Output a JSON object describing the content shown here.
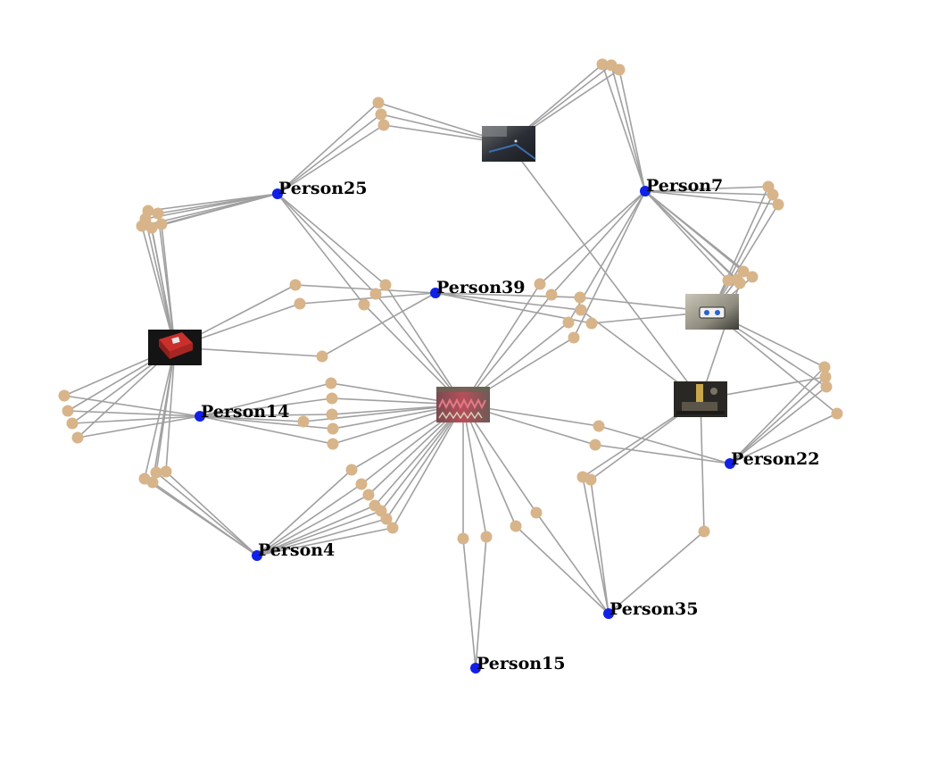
{
  "colors": {
    "edge": "#a0a0a0",
    "intermediate_node": "#d8b48a",
    "person_node": "#1020e8",
    "label": "#000000"
  },
  "people": [
    {
      "id": "P25",
      "label": "Person25"
    },
    {
      "id": "P7",
      "label": "Person7"
    },
    {
      "id": "P39",
      "label": "Person39"
    },
    {
      "id": "P14",
      "label": "Person14"
    },
    {
      "id": "P22",
      "label": "Person22"
    },
    {
      "id": "P4",
      "label": "Person4"
    },
    {
      "id": "P35",
      "label": "Person35"
    },
    {
      "id": "P15",
      "label": "Person15"
    }
  ],
  "images": [
    {
      "id": "I1",
      "description_icon": "dark-photo-thumbnail"
    },
    {
      "id": "I2",
      "description_icon": "red-box-photo-thumbnail"
    },
    {
      "id": "I3",
      "description_icon": "circuit-board-photo-thumbnail"
    },
    {
      "id": "I4",
      "description_icon": "gadget-photo-thumbnail"
    },
    {
      "id": "I5",
      "description_icon": "electronics-photo-thumbnail"
    }
  ]
}
